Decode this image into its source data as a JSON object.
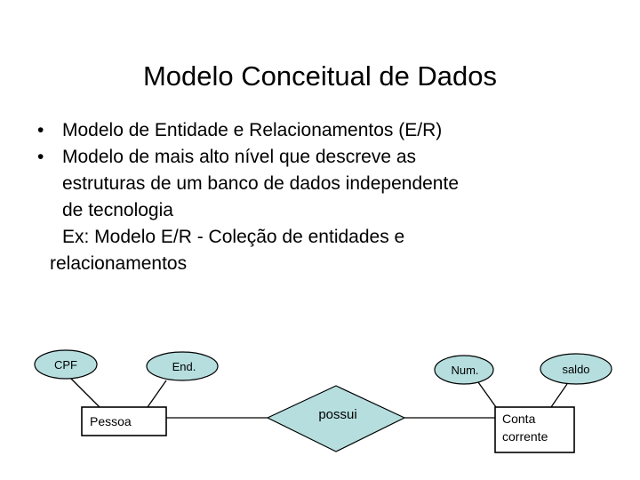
{
  "slide": {
    "title": "Modelo Conceitual de Dados",
    "background_color": "#ffffff",
    "text_color": "#000000"
  },
  "body": {
    "bullet_glyph": "•",
    "bullets": [
      {
        "lines": [
          "Modelo de Entidade e Relacionamentos (E/R)"
        ]
      },
      {
        "lines": [
          "Modelo de mais alto nível que descreve as",
          "estruturas de um banco de dados independente",
          "de tecnologia"
        ]
      }
    ],
    "note": {
      "lines": [
        "Ex: Modelo E/R - Coleção de entidades e",
        "relacionamentos"
      ]
    }
  },
  "diagram": {
    "type": "entity-relationship",
    "colors": {
      "attribute_fill": "#b6dedf",
      "relationship_fill": "#b6dedf",
      "entity_fill": "#ffffff",
      "stroke": "#000000"
    },
    "entities": [
      {
        "id": "pessoa",
        "label": "Pessoa",
        "label_lines": [
          "Pessoa"
        ]
      },
      {
        "id": "conta",
        "label": "Conta corrente",
        "label_lines": [
          "Conta",
          "corrente"
        ]
      }
    ],
    "relationships": [
      {
        "id": "possui",
        "label": "possui",
        "from": "pessoa",
        "to": "conta"
      }
    ],
    "attributes": [
      {
        "id": "cpf",
        "label": "CPF",
        "owner": "pessoa"
      },
      {
        "id": "end",
        "label": "End.",
        "owner": "pessoa"
      },
      {
        "id": "num",
        "label": "Num.",
        "owner": "conta"
      },
      {
        "id": "saldo",
        "label": "saldo",
        "owner": "conta"
      }
    ]
  }
}
